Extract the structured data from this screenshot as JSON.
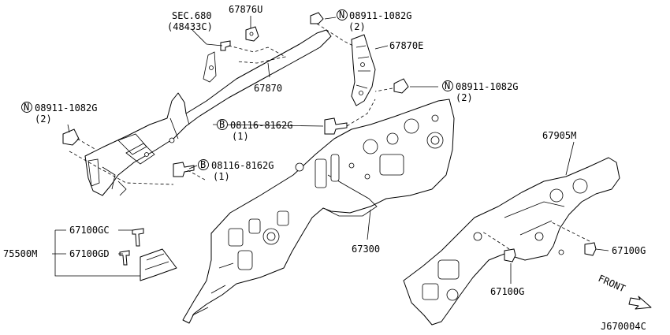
{
  "labels": {
    "sec680": "SEC.680",
    "sec680_ref": "(48433C)",
    "p67876U": "67876U",
    "nut_top_code": "08911-1082G",
    "nut_top_qty": "(2)",
    "p67870E": "67870E",
    "nut_right_code": "08911-1082G",
    "nut_right_qty": "(2)",
    "p67870": "67870",
    "nut_left_code": "08911-1082G",
    "nut_left_qty": "(2)",
    "bolt_mid_code": "08116-8162G",
    "bolt_mid_qty": "(1)",
    "bolt_low_code": "08116-8162G",
    "bolt_low_qty": "(1)",
    "p67905M": "67905M",
    "p67100GC": "67100GC",
    "p75500M": "75500M",
    "p67100GD": "67100GD",
    "p67300": "67300",
    "p67100G_right": "67100G",
    "p67100G_bottom": "67100G",
    "front": "FRONT",
    "drawing_code": "J670004C",
    "symbol_n": "N",
    "symbol_b": "B"
  },
  "icons": [
    "nut-n-symbol",
    "bolt-b-symbol",
    "front-arrow-icon"
  ]
}
